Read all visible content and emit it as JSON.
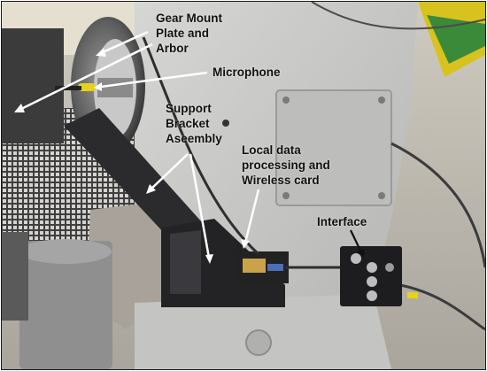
{
  "labels": {
    "gear_mount": [
      "Gear Mount",
      "Plate and",
      "Arbor"
    ],
    "microphone": [
      "Microphone"
    ],
    "support_bracket": [
      "Support",
      "Bracket",
      "Aseembly"
    ],
    "local_data": [
      "Local data",
      "processing and",
      "Wireless card"
    ],
    "interface": [
      "Interface"
    ]
  },
  "colors": {
    "machine_body": "#c9c9c7",
    "floor": "#bdb8ad",
    "bracket": "#2b2b2e",
    "interface_box": "#1d1d1f",
    "arrow": "#ffffff"
  }
}
